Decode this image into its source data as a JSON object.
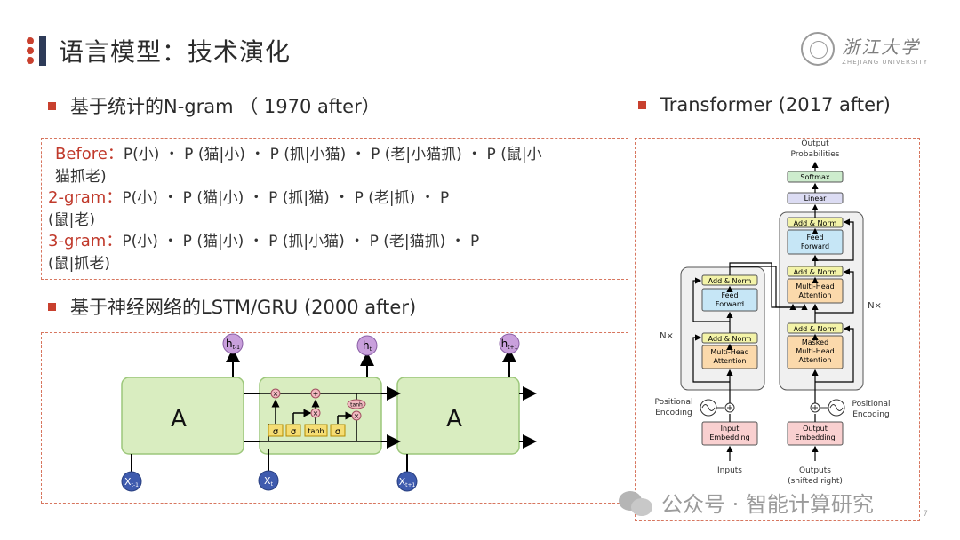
{
  "slide": {
    "title": "语言模型：技术演化",
    "page_number": "7"
  },
  "logo": {
    "chinese": "浙江大学",
    "english": "ZHEJIANG UNIVERSITY"
  },
  "ngram_section": {
    "heading": "基于统计的N-gram （ 1970 after）",
    "before_label": "Before：",
    "before_formula_line1": "P(小) ・ P (猫|小) ・ P (抓|小猫) ・ P (老|小猫抓) ・ P (鼠|小",
    "before_formula_line2": "猫抓老)",
    "bigram_label": "2-gram：",
    "bigram_formula_line1": "P(小) ・ P (猫|小) ・ P (抓|猫) ・ P (老|抓) ・ P",
    "bigram_formula_line2": "(鼠|老)",
    "trigram_label": "3-gram：",
    "trigram_formula_line1": "P(小) ・ P (猫|小) ・ P (抓|小猫) ・ P (老|猫抓) ・ P",
    "trigram_formula_line2": "(鼠|抓老)"
  },
  "lstm_section": {
    "heading": "基于神经网络的LSTM/GRU (2000 after)",
    "cell_left_label": "A",
    "cell_right_label": "A",
    "out_left": "h",
    "out_left_sub": "t-1",
    "out_mid": "h",
    "out_mid_sub": "t",
    "out_right": "h",
    "out_right_sub": "t+1",
    "in_left": "X",
    "in_left_sub": "t-1",
    "in_mid": "X",
    "in_mid_sub": "t",
    "in_right": "X",
    "in_right_sub": "t+1",
    "gate_sigma": "σ",
    "gate_tanh": "tanh",
    "op_mul": "×",
    "op_add": "+"
  },
  "transformer_section": {
    "heading": "Transformer (2017 after)",
    "output_probabilities_line1": "Output",
    "output_probabilities_line2": "Probabilities",
    "softmax": "Softmax",
    "linear": "Linear",
    "add_norm": "Add & Norm",
    "feed_forward_line1": "Feed",
    "feed_forward_line2": "Forward",
    "multi_head_line1": "Multi-Head",
    "multi_head_line2": "Attention",
    "masked_line1": "Masked",
    "masked_line2": "Multi-Head",
    "masked_line3": "Attention",
    "nx": "N×",
    "positional_line1": "Positional",
    "positional_line2": "Encoding",
    "input_embedding_line1": "Input",
    "input_embedding_line2": "Embedding",
    "output_embedding_line1": "Output",
    "output_embedding_line2": "Embedding",
    "inputs": "Inputs",
    "outputs_line1": "Outputs",
    "outputs_line2": "(shifted right)"
  },
  "watermark": {
    "text": "公众号 · 智能计算研究"
  },
  "colors": {
    "accent_red": "#c8402e",
    "title_bar_navy": "#2e3b58",
    "lstm_cell_green": "#d9edc0",
    "lstm_node_purple": "#c9a0dc",
    "lstm_gate_yellow": "#f5dd73",
    "tf_add_norm_yellow": "#f3f3a8",
    "tf_attention_orange": "#fbd9ab",
    "tf_ffn_blue": "#c6e6f6",
    "tf_embedding_pink": "#f9d0d0",
    "tf_softmax_green": "#cdeccd",
    "tf_linear_lavender": "#dcdcf3"
  }
}
